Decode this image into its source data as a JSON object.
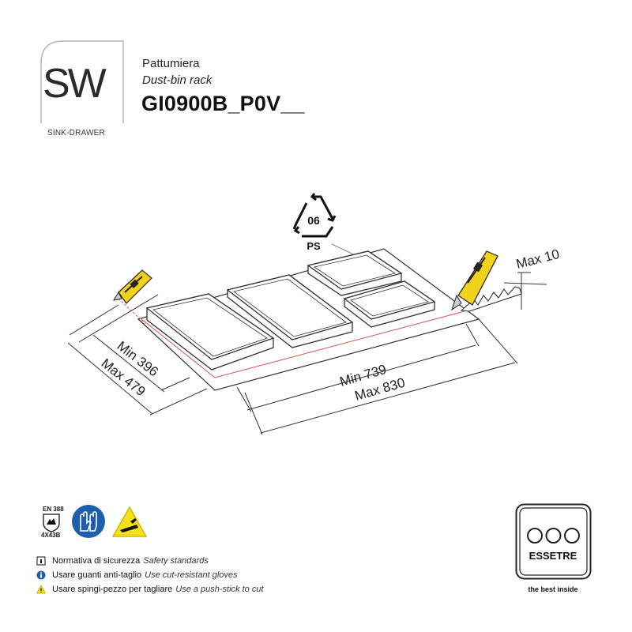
{
  "header": {
    "logo_text": "SW",
    "logo_caption": "SINK-DRAWER",
    "title_it": "Pattumiera",
    "title_en": "Dust-bin rack",
    "product_code": "GI0900B_P0V__"
  },
  "recycling": {
    "code": "06",
    "material": "PS"
  },
  "dimensions": {
    "min_depth": "Min 396",
    "max_depth": "Max 479",
    "min_width": "Min 739",
    "max_width": "Max 830",
    "max_thickness": "Max 10"
  },
  "safety": {
    "standard_label": "EN 388",
    "standard_code": "4X43B",
    "items": [
      {
        "icon": "info-square-icon",
        "it": "Normativa di sicurezza",
        "en": "Safety standards"
      },
      {
        "icon": "blue-info-icon",
        "it": "Usare guanti anti-taglio",
        "en": "Use cut-resistant gloves"
      },
      {
        "icon": "warning-triangle-icon",
        "it": "Usare spingi-pezzo per tagliare",
        "en": "Use a push-stick to cut"
      }
    ]
  },
  "brand": {
    "name": "ESSETRE",
    "tagline": "the best inside"
  },
  "colors": {
    "cut_line": "#d9534f",
    "cutter_yellow": "#f2d21a",
    "glove_blue": "#1d5fae",
    "warning_yellow": "#f4e11a"
  }
}
